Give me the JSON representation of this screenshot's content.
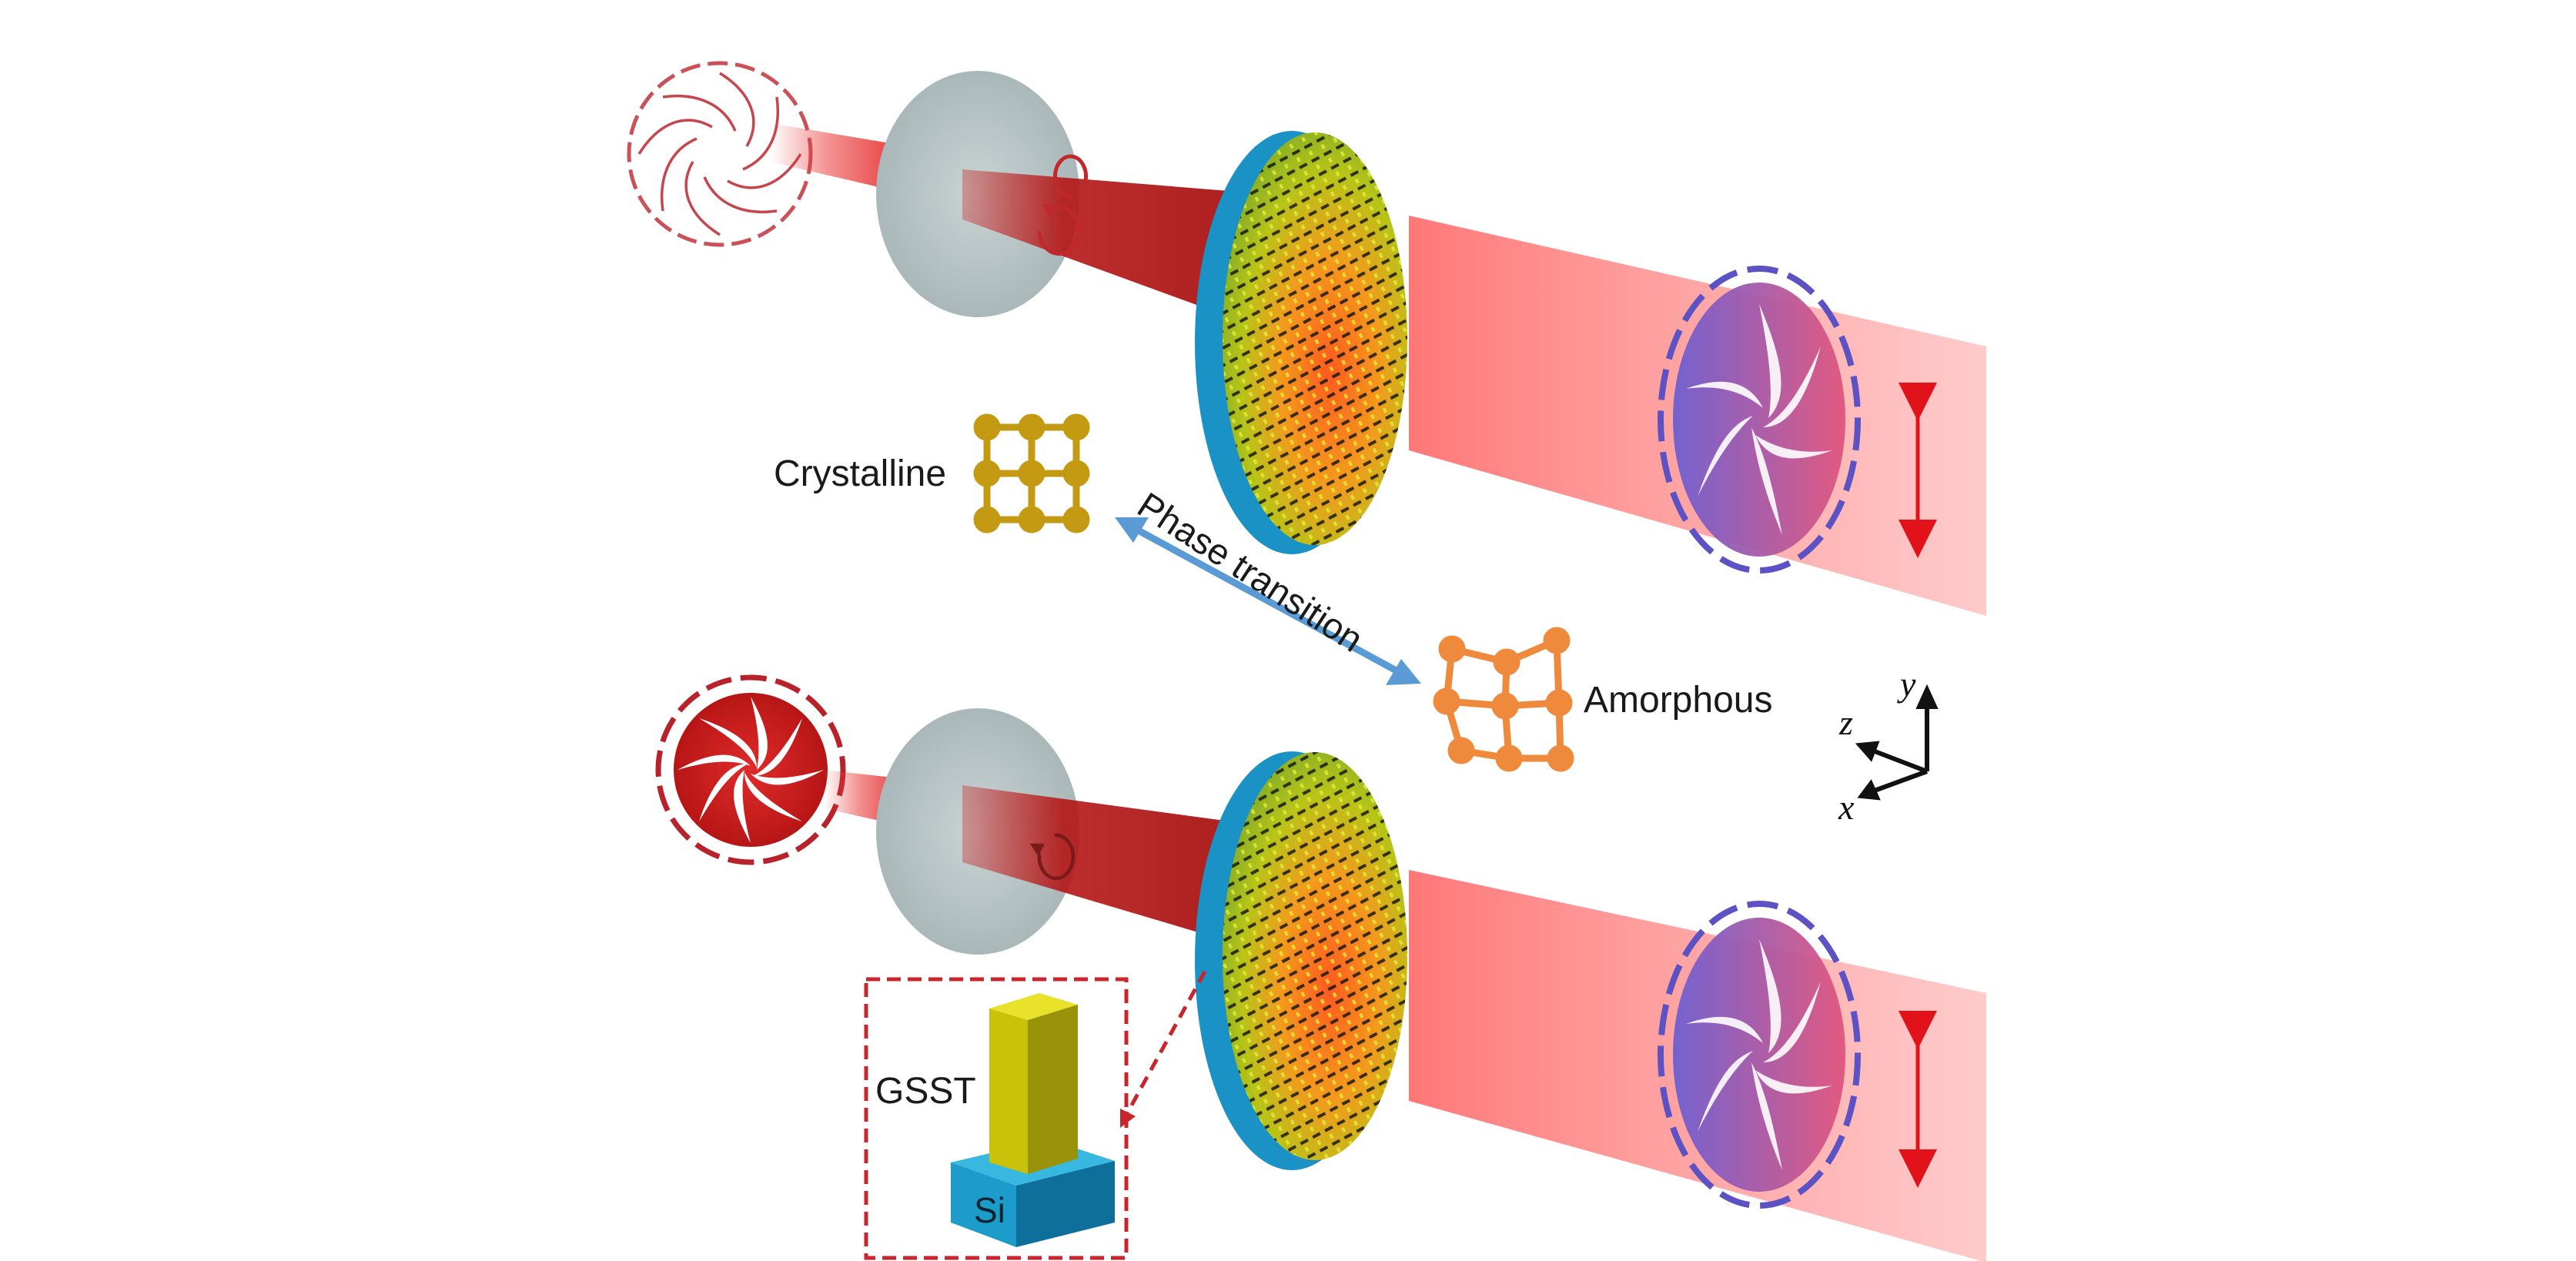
{
  "labels": {
    "crystalline": "Crystalline",
    "amorphous": "Amorphous",
    "phase_transition": "Phase transition",
    "gsst": "GSST",
    "si": "Si"
  },
  "axes": {
    "x": "x",
    "y": "y",
    "z": "z"
  },
  "colors": {
    "beam": "#e83a3a",
    "beam_dark": "#b01515",
    "metasurface_substrate": "#20a6d8",
    "crystal_lattice": "#c49a12",
    "amorphous_lattice": "#ef8a3c",
    "transition_arrow": "#5b9bd5",
    "vortex_output": "#7b6ad0",
    "inset_border": "#c8262c",
    "gsst_pillar": "#c8c20a",
    "si_block": "#1b9ccb"
  },
  "icons": [
    "circular-polarization-icon",
    "linear-polarization-icon",
    "vortex-beam-icon",
    "crystal-lattice-icon",
    "amorphous-lattice-icon",
    "axis-triad-icon"
  ]
}
